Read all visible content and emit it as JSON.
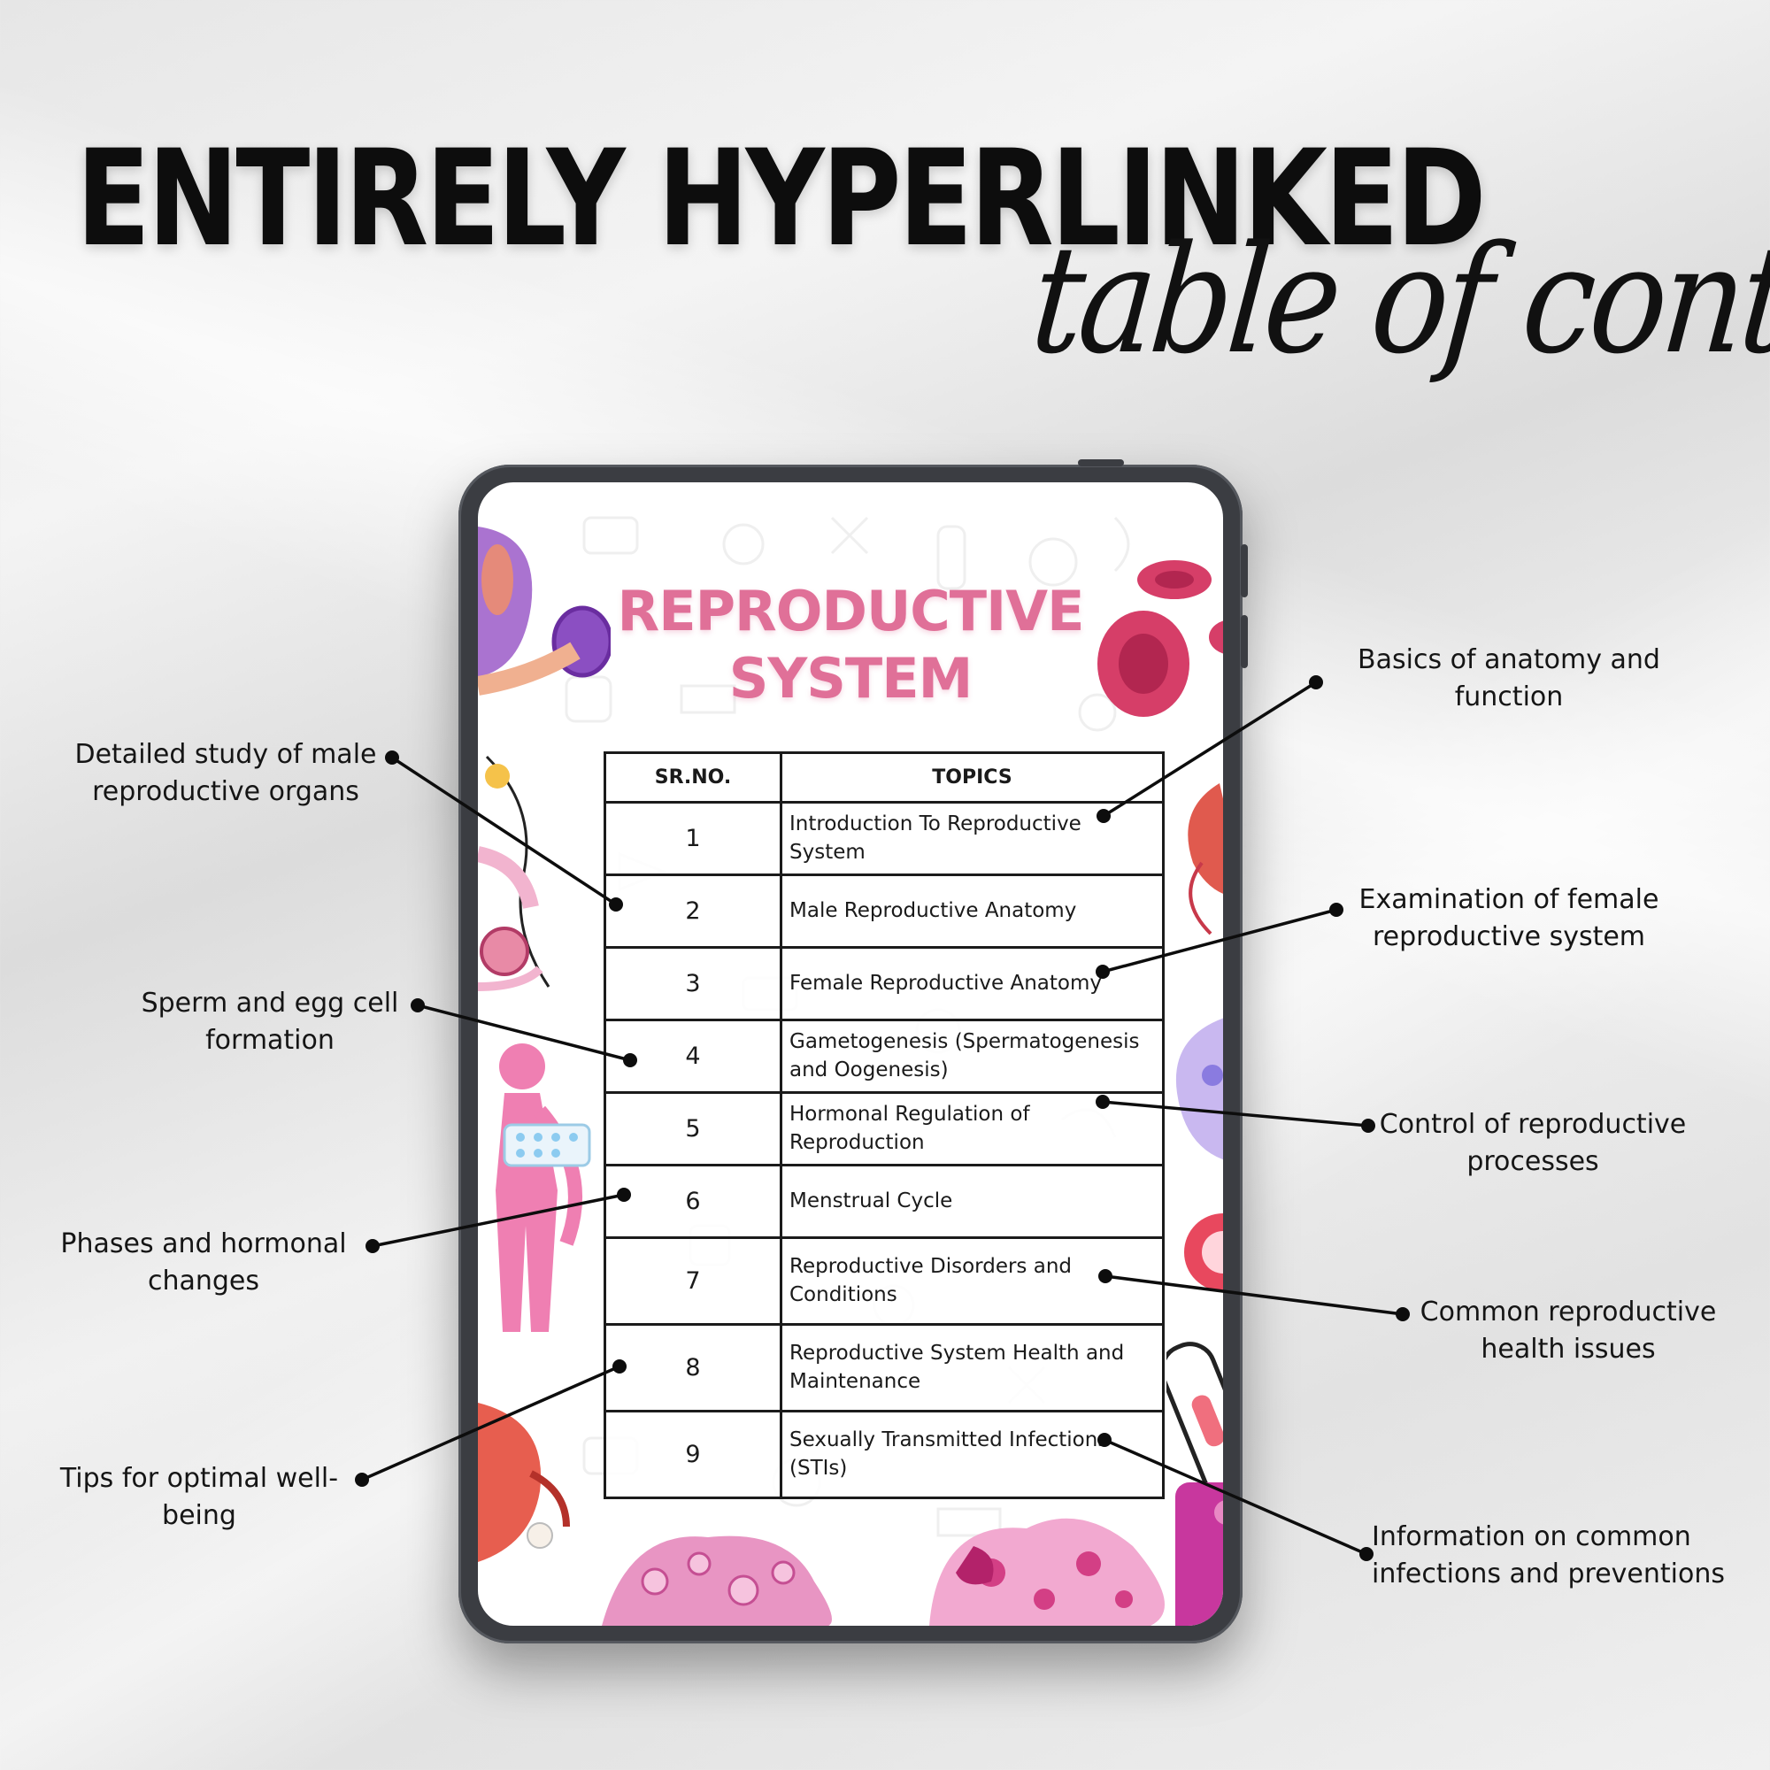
{
  "headline": "ENTIRELY HYPERLINKED",
  "script_heading": "table of contents",
  "screen": {
    "title_line1": "REPRODUCTIVE",
    "title_line2": "SYSTEM",
    "table": {
      "headers": [
        "SR.NO.",
        "TOPICS"
      ],
      "rows": [
        {
          "num": "1",
          "topic": "Introduction To Reproductive System"
        },
        {
          "num": "2",
          "topic": "Male Reproductive Anatomy"
        },
        {
          "num": "3",
          "topic": "Female Reproductive Anatomy"
        },
        {
          "num": "4",
          "topic": "Gametogenesis (Spermatogenesis and Oogenesis)"
        },
        {
          "num": "5",
          "topic": "Hormonal Regulation of Reproduction"
        },
        {
          "num": "6",
          "topic": "Menstrual Cycle"
        },
        {
          "num": "7",
          "topic": "Reproductive Disorders and Conditions"
        },
        {
          "num": "8",
          "topic": "Reproductive System Health and Maintenance"
        },
        {
          "num": "9",
          "topic": "Sexually Transmitted Infections (STIs)"
        }
      ]
    }
  },
  "annotations": {
    "a1": {
      "line1": "Basics of anatomy and",
      "line2": "function"
    },
    "a2": {
      "line1": "Detailed study of male",
      "line2": "reproductive organs"
    },
    "a3": {
      "line1": "Examination of female",
      "line2": "reproductive system"
    },
    "a4": {
      "line1": "Sperm and egg cell",
      "line2": "formation"
    },
    "a5": {
      "line1": "Control of reproductive",
      "line2": "processes"
    },
    "a6": {
      "line1": "Phases and hormonal",
      "line2": "changes"
    },
    "a7": {
      "line1": "Common reproductive",
      "line2": "health issues"
    },
    "a8": {
      "line1": "Tips for optimal well-",
      "line2": "being"
    },
    "a9": {
      "line1": "Information on common",
      "line2": "infections and preventions"
    }
  },
  "colors": {
    "title_pink": "#e07098",
    "tablet_frame": "#3b3d42",
    "text": "#151515"
  }
}
